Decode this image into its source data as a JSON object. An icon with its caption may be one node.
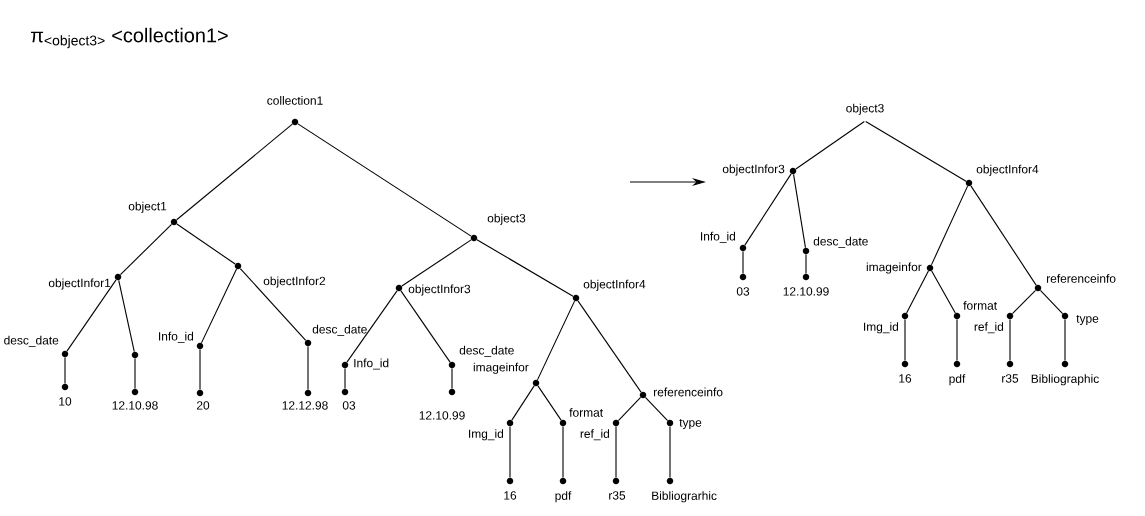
{
  "diagram": {
    "title": "π$_{<object3>}$ <collection1>",
    "nodes": [
      {
        "text": [
          "collection1"
        ]
      },
      {
        "text": [
          "object1"
        ]
      },
      {
        "text": [
          "object3"
        ]
      },
      {
        "text": [
          "objectInfor1"
        ]
      },
      {
        "text": [
          "objectInfor2"
        ]
      },
      {
        "text": [
          "desc_date"
        ]
      },
      {
        "text": [],
        "shape": "circle"
      },
      {
        "text": [
          "Info_id"
        ]
      },
      {
        "text": [
          "desc_date"
        ]
      },
      {
        "text": [
          "10"
        ]
      },
      {
        "text": [
          "12.10.98"
        ]
      },
      {
        "text": [
          "20"
        ]
      },
      {
        "text": [
          "12.12.98"
        ]
      },
      {
        "text": [
          "objectInfor3"
        ]
      },
      {
        "text": [
          "objectInfor4"
        ]
      },
      {
        "text": [
          "Info_id"
        ]
      },
      {
        "text": [
          "03"
        ]
      },
      {
        "text": [
          "desc_date"
        ]
      },
      {
        "text": [
          "12.10.99"
        ]
      },
      {
        "text": [
          "imageinfor"
        ]
      },
      {
        "text": [
          "referenceinfo"
        ]
      },
      {
        "text": [
          "Img_id"
        ]
      },
      {
        "text": [
          "16"
        ]
      },
      {
        "text": [
          "format"
        ]
      },
      {
        "text": [
          "pdf"
        ]
      },
      {
        "text": [
          "ref_id"
        ]
      },
      {
        "text": [
          "r35"
        ]
      },
      {
        "text": [
          "type"
        ]
      },
      {
        "text": [
          "Bibliograrhic"
        ]
      },
      {
        "text": [
          "object3"
        ]
      },
      {
        "text": [
          "objectInfor3"
        ]
      },
      {
        "text": [
          "objectInfor4"
        ]
      },
      {
        "text": [
          "Info_id"
        ]
      },
      {
        "text": [
          "03"
        ]
      },
      {
        "text": [
          "desc_date"
        ]
      },
      {
        "text": [
          "12.10.99"
        ]
      },
      {
        "text": [
          "imageinfor"
        ]
      },
      {
        "text": [
          "referenceinfo"
        ]
      },
      {
        "text": [
          "Img_id"
        ]
      },
      {
        "text": [
          "16"
        ]
      },
      {
        "text": [
          "format"
        ]
      },
      {
        "text": [
          "pdf"
        ]
      },
      {
        "text": [
          "ref_id"
        ]
      },
      {
        "text": [
          "r35"
        ]
      },
      {
        "text": [
          "type"
        ]
      },
      {
        "text": [
          "Bibliographic"
        ]
      }
    ],
    "edges": [
      {
        "from": 0,
        "to": 1,
        "arrow": "none"
      },
      {
        "from": 0,
        "to": 2,
        "arrow": "none"
      },
      {
        "from": 1,
        "to": 3,
        "arrow": "none"
      },
      {
        "from": 1,
        "to": 4,
        "arrow": "none"
      },
      {
        "from": 3,
        "to": 5,
        "arrow": "none"
      },
      {
        "from": 3,
        "to": 6,
        "arrow": "none"
      },
      {
        "from": 4,
        "to": 7,
        "arrow": "none"
      },
      {
        "from": 4,
        "to": 8,
        "arrow": "none"
      },
      {
        "from": 5,
        "to": 9,
        "arrow": "none"
      },
      {
        "from": 6,
        "to": 10,
        "arrow": "none"
      },
      {
        "from": 7,
        "to": 11,
        "arrow": "none"
      },
      {
        "from": 8,
        "to": 12,
        "arrow": "none"
      },
      {
        "from": 2,
        "to": 13,
        "arrow": "none"
      },
      {
        "from": 2,
        "to": 14,
        "arrow": "none"
      },
      {
        "from": 13,
        "to": 15,
        "arrow": "none"
      },
      {
        "from": 15,
        "to": 16,
        "arrow": "none"
      },
      {
        "from": 13,
        "to": 17,
        "arrow": "none"
      },
      {
        "from": 17,
        "to": 18,
        "arrow": "none"
      },
      {
        "from": 14,
        "to": 19,
        "arrow": "none"
      },
      {
        "from": 14,
        "to": 20,
        "arrow": "none"
      },
      {
        "from": 19,
        "to": 21,
        "arrow": "none"
      },
      {
        "from": 21,
        "to": 22,
        "arrow": "none"
      },
      {
        "from": 19,
        "to": 23,
        "arrow": "none"
      },
      {
        "from": 23,
        "to": 24,
        "arrow": "none"
      },
      {
        "from": 20,
        "to": 25,
        "arrow": "none"
      },
      {
        "from": 25,
        "to": 26,
        "arrow": "none"
      },
      {
        "from": 20,
        "to": 27,
        "arrow": "none"
      },
      {
        "from": 27,
        "to": 28,
        "arrow": "none"
      },
      {
        "from": 29,
        "to": 30,
        "arrow": "none"
      },
      {
        "from": 29,
        "to": 31,
        "arrow": "none"
      },
      {
        "from": 30,
        "to": 32,
        "arrow": "none"
      },
      {
        "from": 32,
        "to": 33,
        "arrow": "none"
      },
      {
        "from": 30,
        "to": 34,
        "arrow": "none"
      },
      {
        "from": 34,
        "to": 35,
        "arrow": "none"
      },
      {
        "from": 31,
        "to": 36,
        "arrow": "none"
      },
      {
        "from": 31,
        "to": 37,
        "arrow": "none"
      },
      {
        "from": 36,
        "to": 38,
        "arrow": "none"
      },
      {
        "from": 38,
        "to": 39,
        "arrow": "none"
      },
      {
        "from": 36,
        "to": 40,
        "arrow": "none"
      },
      {
        "from": 40,
        "to": 41,
        "arrow": "none"
      },
      {
        "from": 37,
        "to": 42,
        "arrow": "none"
      },
      {
        "from": 42,
        "to": 43,
        "arrow": "none"
      },
      {
        "from": 37,
        "to": 44,
        "arrow": "none"
      },
      {
        "from": 44,
        "to": 45,
        "arrow": "none"
      }
    ]
  }
}
